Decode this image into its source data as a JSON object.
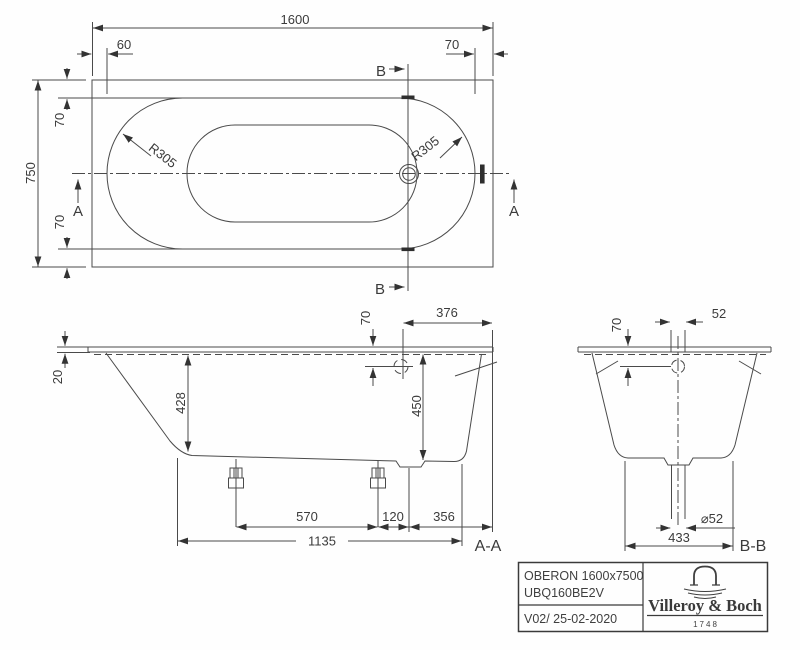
{
  "plan": {
    "length": "1600",
    "width": "750",
    "offset_left": "60",
    "offset_right": "70",
    "offset_top": "70",
    "offset_bottom": "70",
    "corner_radius": "R305",
    "section_marker_a": "A",
    "section_marker_b": "B"
  },
  "side": {
    "label": "A-A",
    "rim_height": "20",
    "inner_depth": "428",
    "overall_depth": "450",
    "overflow_drop": "70",
    "overflow_to_end": "376",
    "feet_spacing": "570",
    "foot_to_drain": "120",
    "drain_to_end": "356",
    "base_length": "1135"
  },
  "end": {
    "label": "B-B",
    "overflow_drop": "70",
    "overflow_width": "52",
    "drain_diameter": "⌀52",
    "base_width": "433"
  },
  "title_block": {
    "model": "OBERON 1600x7500",
    "article": "UBQ160BE2V",
    "revision": "V02/ 25-02-2020",
    "brand": "Villeroy & Boch",
    "brand_year": "1748"
  }
}
